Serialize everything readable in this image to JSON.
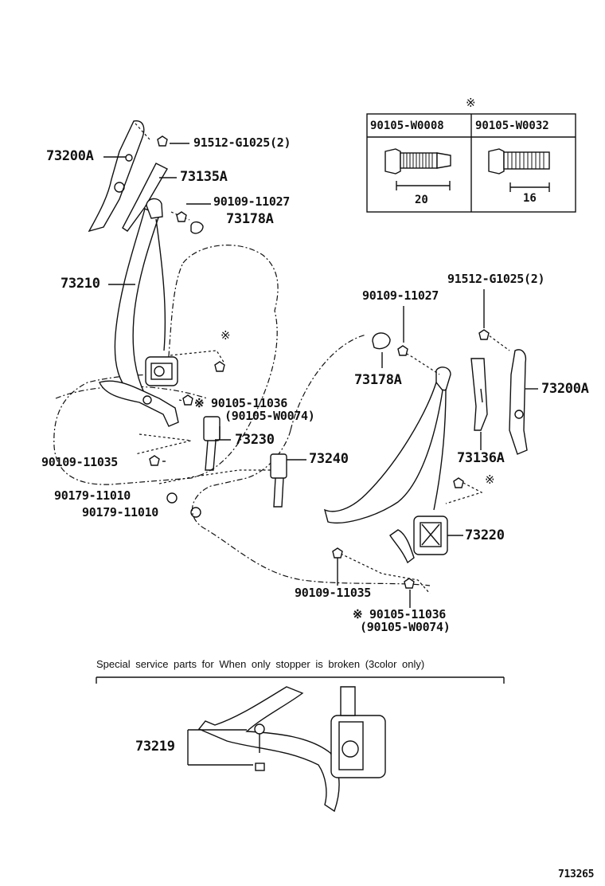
{
  "labels": {
    "p73200a_left": "73200A",
    "p91512_left": "91512-G1025(2)",
    "p73135a": "73135A",
    "p90109_11027_left": "90109-11027",
    "p73178a_left": "73178A",
    "p73210": "73210",
    "p90105_11036_left": "※ 90105-11036",
    "p90105_w0074_left": "(90105-W0074)",
    "p73230": "73230",
    "p90109_11035_left": "90109-11035",
    "p90179_a": "90179-11010",
    "p90179_b": "90179-11010",
    "p73240": "73240",
    "p91512_right": "91512-G1025(2)",
    "p90109_11027_right": "90109-11027",
    "p73178a_right": "73178A",
    "p73200a_right": "73200A",
    "p73136a": "73136A",
    "p73220": "73220",
    "p90109_11035_right": "90109-11035",
    "p90105_11036_right": "※ 90105-11036",
    "p90105_w0074_right": "(90105-W0074)",
    "p73219": "73219",
    "footer_code": "713265"
  },
  "marks": {
    "table_mark": "※",
    "left_mark": "※",
    "right_mark": "※"
  },
  "bolt_table": {
    "headers": [
      "90105-W0008",
      "90105-W0032"
    ],
    "lengths": [
      "20",
      "16"
    ]
  },
  "special_note": "Special service parts for When only stopper is broken (3color only)"
}
